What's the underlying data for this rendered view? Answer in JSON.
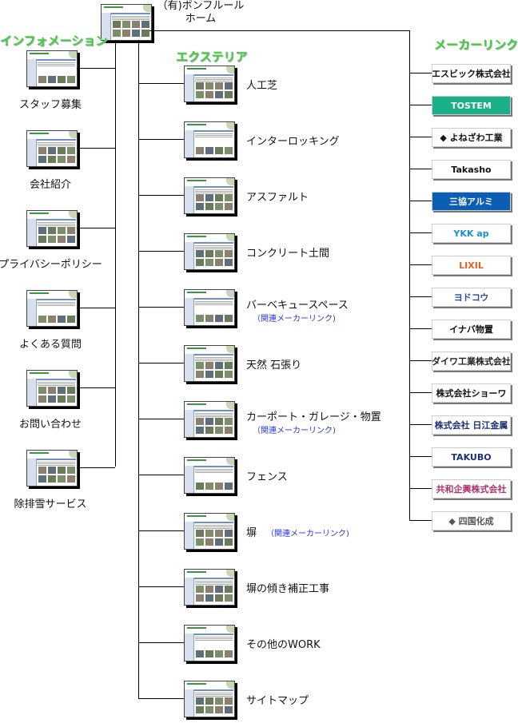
{
  "home": {
    "line1": "（有)ボンフルール",
    "line2": "ホーム"
  },
  "info": {
    "title": "インフォメーション",
    "items": [
      {
        "label": "スタッフ募集"
      },
      {
        "label": "会社紹介"
      },
      {
        "label": "プライバシーポリシー"
      },
      {
        "label": "よくある質問"
      },
      {
        "label": "お問い合わせ"
      },
      {
        "label": "除排雪サービス"
      }
    ]
  },
  "exterior": {
    "title": "エクステリア",
    "items": [
      {
        "label": "人工芝"
      },
      {
        "label": "インターロッキング"
      },
      {
        "label": "アスファルト"
      },
      {
        "label": "コンクリート土間"
      },
      {
        "label": "バーベキュースペース",
        "sub": "（関連メーカーリンク)"
      },
      {
        "label": "天然 石張り"
      },
      {
        "label": "カーポート・ガレージ・物置",
        "sub": "（関連メーカーリンク)"
      },
      {
        "label": "フェンス"
      },
      {
        "label": "塀",
        "sub_inline": "（関連メーカーリンク)"
      },
      {
        "label": "塀の傾き補正工事"
      },
      {
        "label": "その他のWORK"
      },
      {
        "label": "サイトマップ"
      }
    ]
  },
  "makers": {
    "title": "メーカーリンク",
    "items": [
      {
        "text": "エスビック株式会社",
        "bg": "#ffffff",
        "fg": "#111111"
      },
      {
        "text": "TOSTEM",
        "bg": "#19b08a",
        "fg": "#ffffff"
      },
      {
        "text": "◆ よねざわ工業",
        "bg": "#ffffff",
        "fg": "#111111"
      },
      {
        "text": "Takasho",
        "bg": "#ffffff",
        "fg": "#111111"
      },
      {
        "text": "三協アルミ",
        "bg": "#0a5fb4",
        "fg": "#ffffff"
      },
      {
        "text": "YKK ap",
        "bg": "#ffffff",
        "fg": "#1a8fd6"
      },
      {
        "text": "LIXIL",
        "bg": "#ffffff",
        "fg": "#e8611a"
      },
      {
        "text": "ヨドコウ",
        "bg": "#ffffff",
        "fg": "#2a4aa0"
      },
      {
        "text": "イナバ物置",
        "bg": "#ffffff",
        "fg": "#111111"
      },
      {
        "text": "ダイワ工業株式会社",
        "bg": "#ffffff",
        "fg": "#222222"
      },
      {
        "text": "株式会社ショーワ",
        "bg": "#ffffff",
        "fg": "#111111"
      },
      {
        "text": "株式会社 日江金属",
        "bg": "#ffffff",
        "fg": "#1b2f7a"
      },
      {
        "text": "TAKUBO",
        "bg": "#ffffff",
        "fg": "#1b2f7a"
      },
      {
        "text": "共和企興株式会社",
        "bg": "#ffffff",
        "fg": "#b0306a"
      },
      {
        "text": "◆ 四国化成",
        "bg": "#ffffff",
        "fg": "#555555"
      }
    ]
  },
  "colors": {
    "section_title": "#3ad33a",
    "sublink": "#2233dd",
    "line": "#000000"
  }
}
